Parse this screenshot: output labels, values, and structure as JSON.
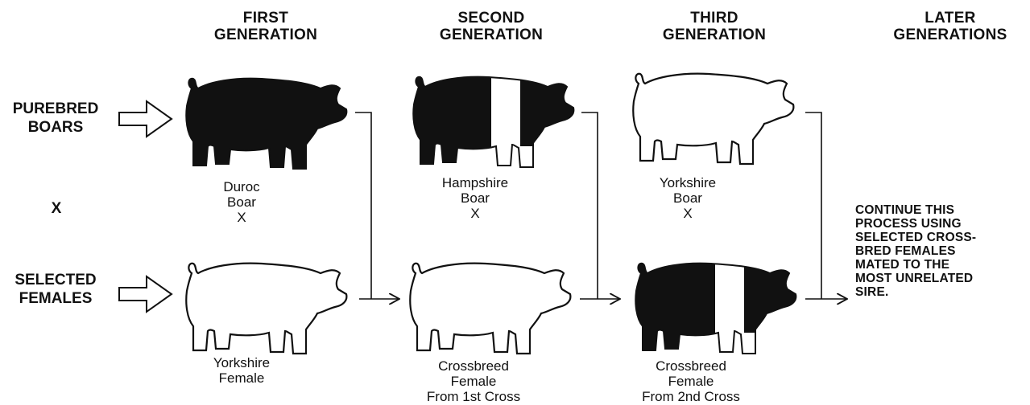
{
  "headers": {
    "first": "FIRST\nGENERATION",
    "second": "SECOND\nGENERATION",
    "third": "THIRD\nGENERATION",
    "later": "LATER\nGENERATIONS"
  },
  "rows": {
    "top": "PUREBRED\nBOARS",
    "cross": "X",
    "bottom": "SELECTED\nFEMALES"
  },
  "captions": {
    "gen1_boar": "Duroc\nBoar\nX",
    "gen2_boar": "Hampshire\nBoar\nX",
    "gen3_boar": "Yorkshire\nBoar\nX",
    "gen1_female": "Yorkshire\nFemale",
    "gen2_female": "Crossbreed\nFemale\nFrom 1st Cross",
    "gen3_female": "Crossbreed\nFemale\nFrom 2nd Cross"
  },
  "later_note": "CONTINUE THIS\nPROCESS USING\nSELECTED CROSS-\nBRED FEMALES\nMATED TO THE\nMOST UNRELATED\nSIRE.",
  "pigs": {
    "gen1_boar": "solid-black",
    "gen2_boar": "black-white-belt",
    "gen3_boar": "outline-white",
    "gen1_female": "outline-white",
    "gen2_female": "outline-white",
    "gen3_female": "black-white-belt"
  }
}
